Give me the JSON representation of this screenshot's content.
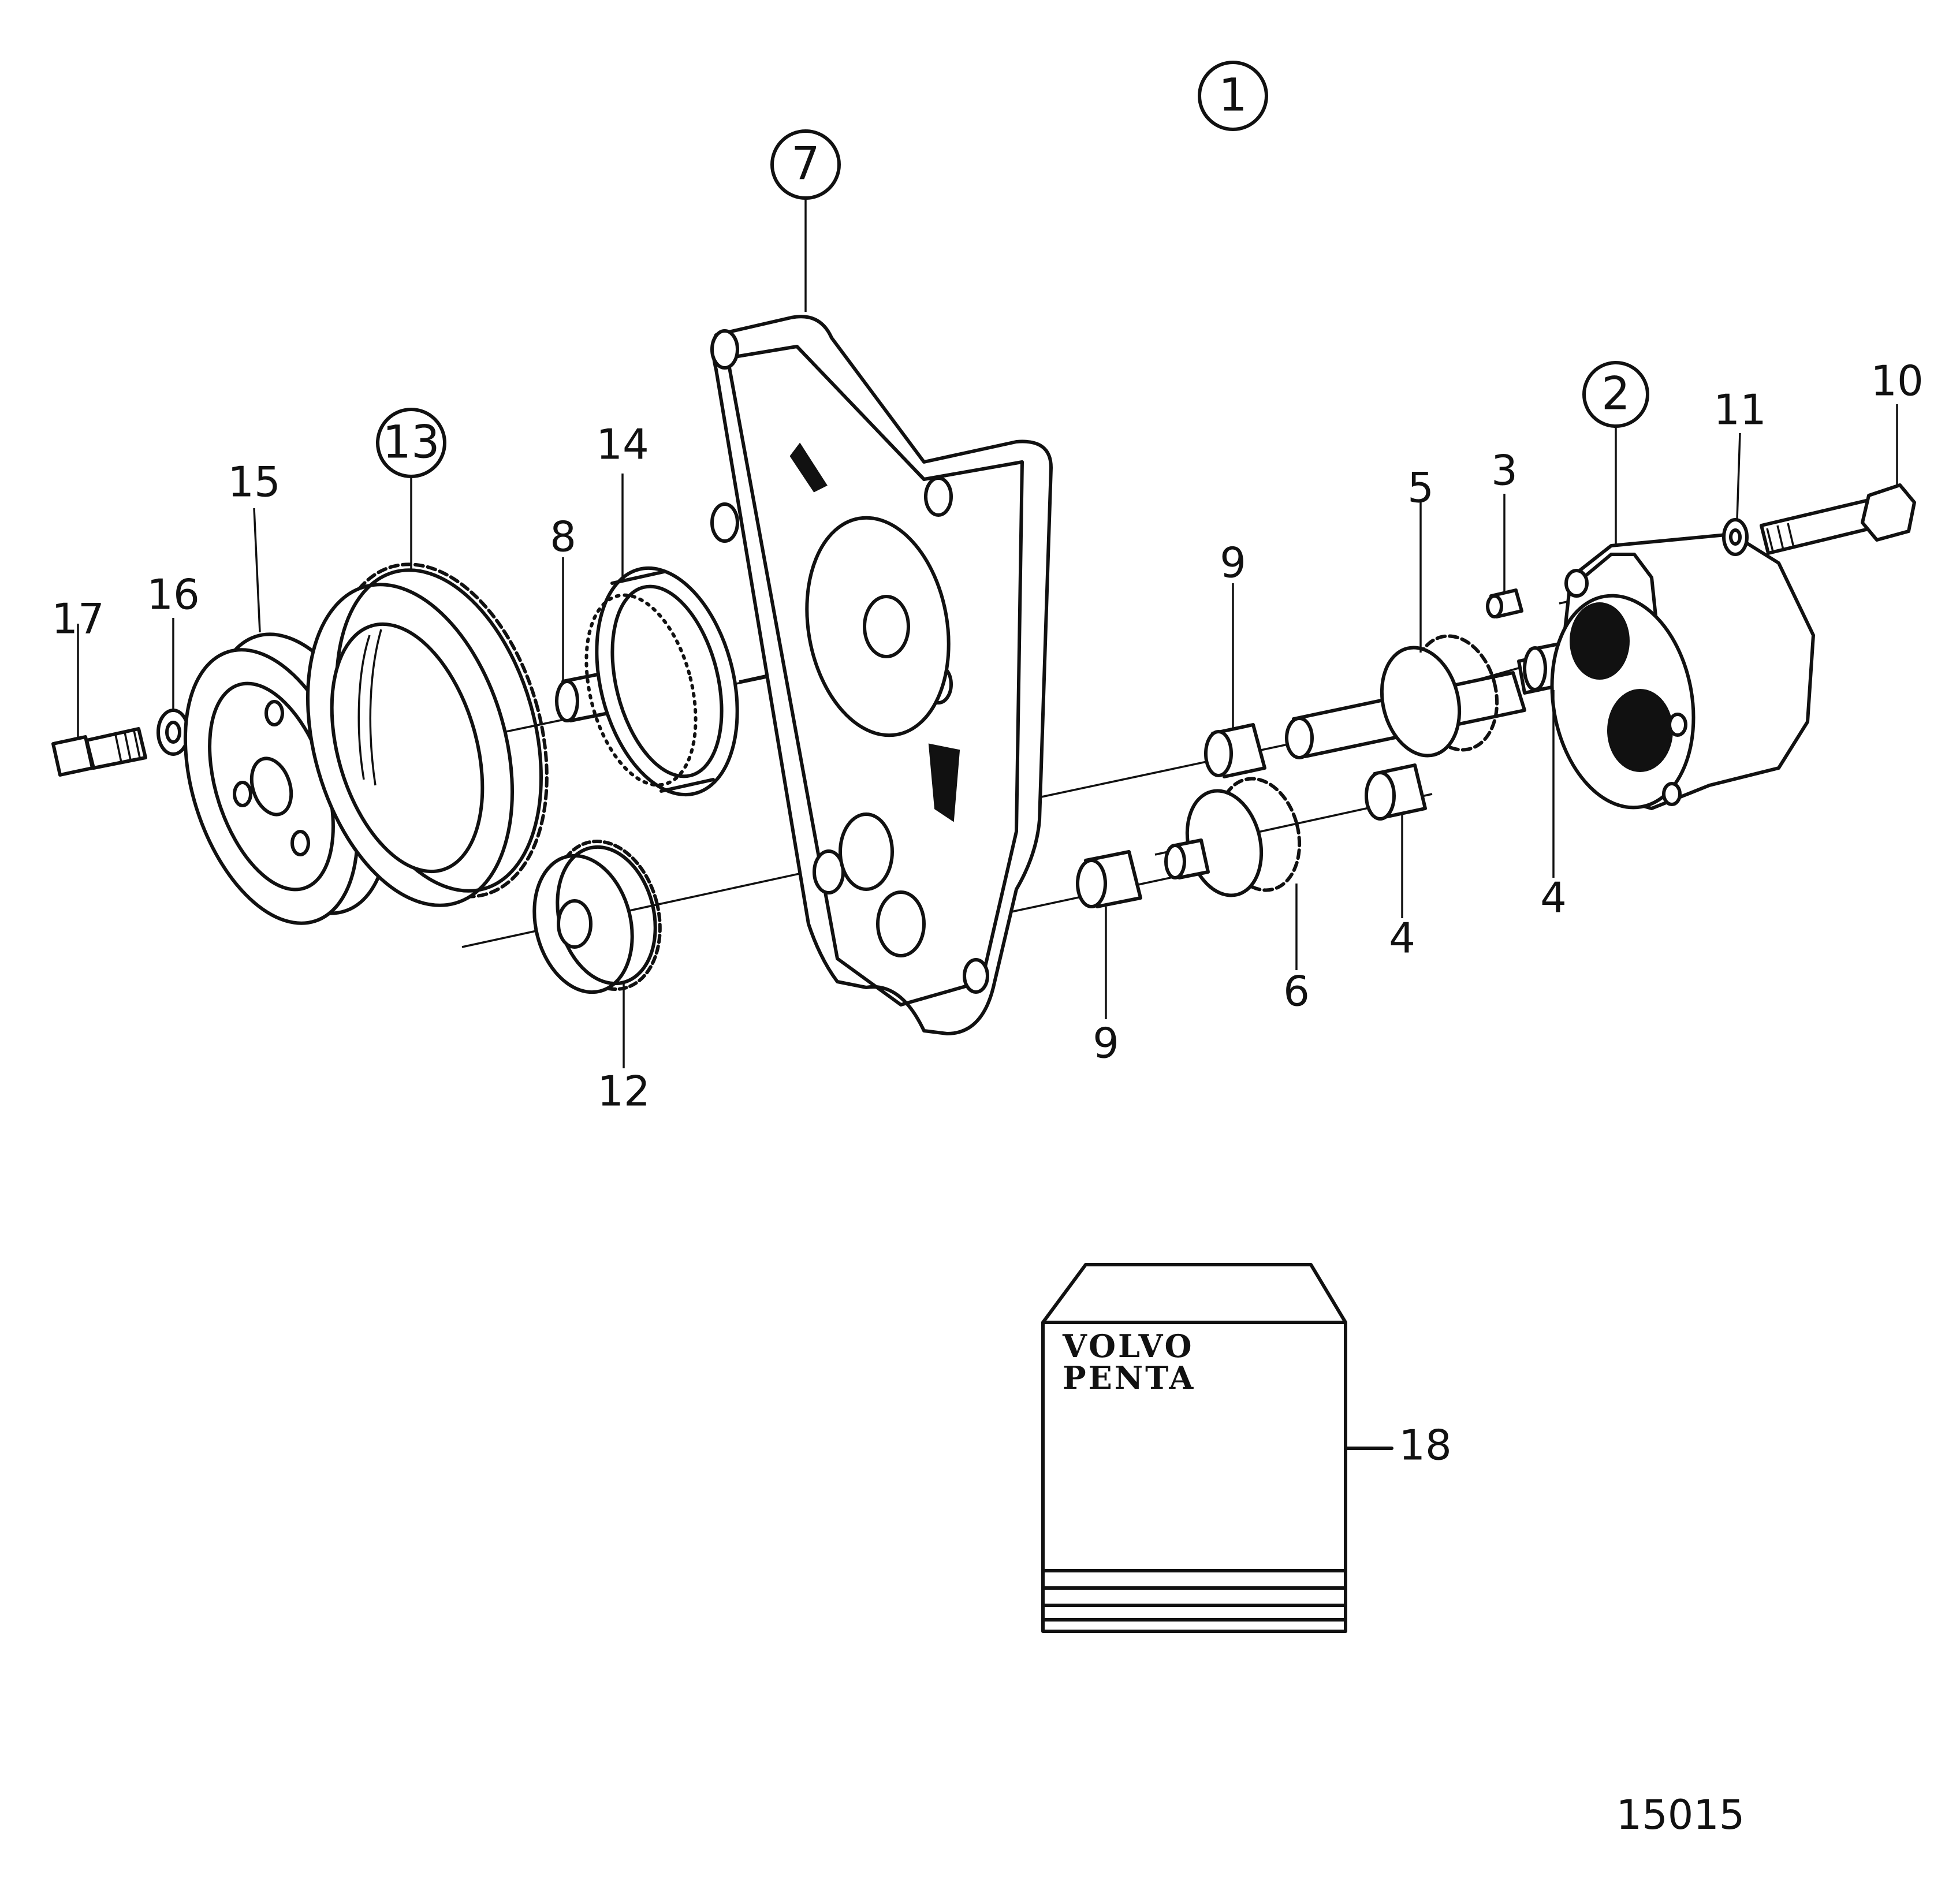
{
  "callouts": {
    "c1": "1",
    "c2": "2",
    "c3": "3",
    "c4a": "4",
    "c4b": "4",
    "c5": "5",
    "c6": "6",
    "c7": "7",
    "c8": "8",
    "c9a": "9",
    "c9b": "9",
    "c10": "10",
    "c11": "11",
    "c12": "12",
    "c13": "13",
    "c14": "14",
    "c15": "15",
    "c16": "16",
    "c17": "17",
    "c18": "18"
  },
  "kit": {
    "brand_line1": "VOLVO",
    "brand_line2": "PENTA"
  },
  "figure_number": "15015"
}
